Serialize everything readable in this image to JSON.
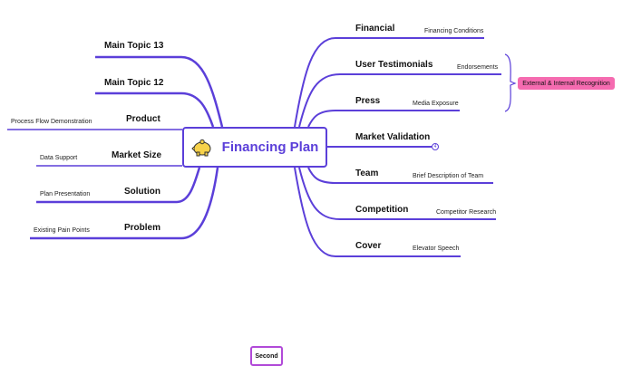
{
  "central": {
    "title": "Financing Plan",
    "icon": "piggy-bank-icon"
  },
  "colors": {
    "branch": "#5b3fd9",
    "summary": "#f56bb0",
    "floating_border": "#b14ad8"
  },
  "left": [
    {
      "label": "Main Topic 13",
      "sub": ""
    },
    {
      "label": "Main Topic 12",
      "sub": ""
    },
    {
      "label": "Product",
      "sub": "Process Flow Demonstration"
    },
    {
      "label": "Market Size",
      "sub": "Data Support"
    },
    {
      "label": "Solution",
      "sub": "Plan Presentation"
    },
    {
      "label": "Problem",
      "sub": "Existing Pain Points"
    }
  ],
  "right": [
    {
      "label": "Financial",
      "sub": "Financing Conditions"
    },
    {
      "label": "User Testimonials",
      "sub": "Endorsements"
    },
    {
      "label": "Press",
      "sub": "Media Exposure"
    },
    {
      "label": "Market Validation",
      "sub": "",
      "collapsed_count": "4"
    },
    {
      "label": "Team",
      "sub": "Brief Description of Team"
    },
    {
      "label": "Competition",
      "sub": "Competitor Research"
    },
    {
      "label": "Cover",
      "sub": "Elevator Speech"
    }
  ],
  "summary": {
    "label": "External & Internal Recognition"
  },
  "floating": {
    "label": "Second"
  }
}
